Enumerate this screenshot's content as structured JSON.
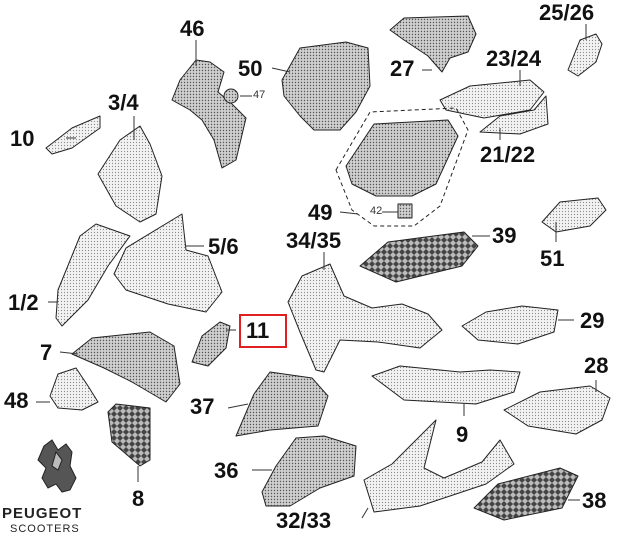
{
  "diagram": {
    "highlight_color": "#e02020",
    "labels": {
      "p46": "46",
      "p50": "50",
      "p47": "47",
      "p27": "27",
      "p25_26": "25/26",
      "p23_24": "23/24",
      "p10": "10",
      "p3_4": "3/4",
      "p21_22": "21/22",
      "p49": "49",
      "p42": "42",
      "p51": "51",
      "p34_35": "34/35",
      "p39": "39",
      "p5_6": "5/6",
      "p1_2": "1/2",
      "p11": "11",
      "p29": "29",
      "p7": "7",
      "p28": "28",
      "p48": "48",
      "p37": "37",
      "p9": "9",
      "p36": "36",
      "p8": "8",
      "p32_33": "32/33",
      "p38": "38"
    },
    "logo": {
      "name": "PEUGEOT",
      "sub": "SCOOTERS",
      "icon": "peugeot-lion-icon"
    }
  }
}
